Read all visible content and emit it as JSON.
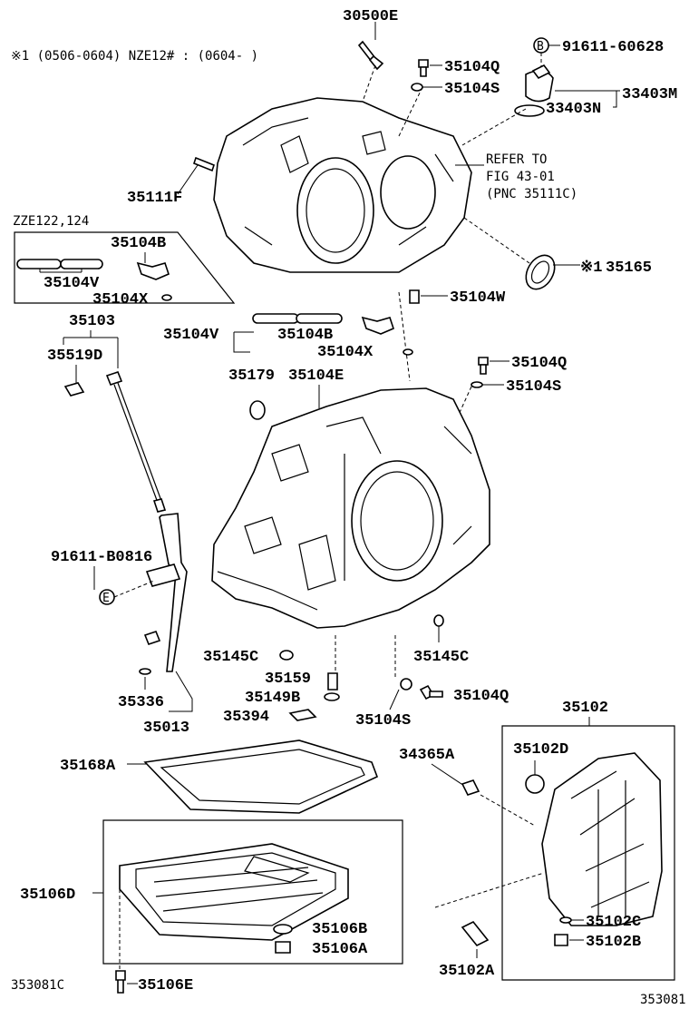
{
  "note_top": "※1 (0506-0604) NZE12# : (0604-     )",
  "variant_label": "ZZE122,124",
  "refer_note": [
    "REFER TO",
    "FIG 43-01",
    "(PNC 35111C)"
  ],
  "labels": {
    "p30500E": "30500E",
    "p91611_60628": "91611-60628",
    "p35104Q_a": "35104Q",
    "p35104S_a": "35104S",
    "p33403M": "33403M",
    "p33403N": "33403N",
    "p35111F": "35111F",
    "p35104B_a": "35104B",
    "p35104V_a": "35104V",
    "p35104X_a": "35104X",
    "p35165": "35165",
    "p35165_prefix": "※1",
    "p35104W": "35104W",
    "p35103": "35103",
    "p35519D": "35519D",
    "p35104V_b": "35104V",
    "p35104B_b": "35104B",
    "p35104X_b": "35104X",
    "p35104Q_b": "35104Q",
    "p35104S_b": "35104S",
    "p35179": "35179",
    "p35104E": "35104E",
    "p91611_B0816": "91611-B0816",
    "p35145C_a": "35145C",
    "p35145C_b": "35145C",
    "p35159": "35159",
    "p35149B": "35149B",
    "p35394": "35394",
    "p35336": "35336",
    "p35013": "35013",
    "p35104S_c": "35104S",
    "p35104Q_c": "35104Q",
    "p35102": "35102",
    "p35168A": "35168A",
    "p34365A": "34365A",
    "p35102D": "35102D",
    "p35106D": "35106D",
    "p35106B": "35106B",
    "p35106A": "35106A",
    "p35106E": "35106E",
    "p35102C": "35102C",
    "p35102B": "35102B",
    "p35102A": "35102A"
  },
  "circle_markers": {
    "bolt_marker": "B",
    "guide_marker": "E"
  },
  "footer": {
    "left_code": "353081C",
    "right_code": "353081"
  }
}
